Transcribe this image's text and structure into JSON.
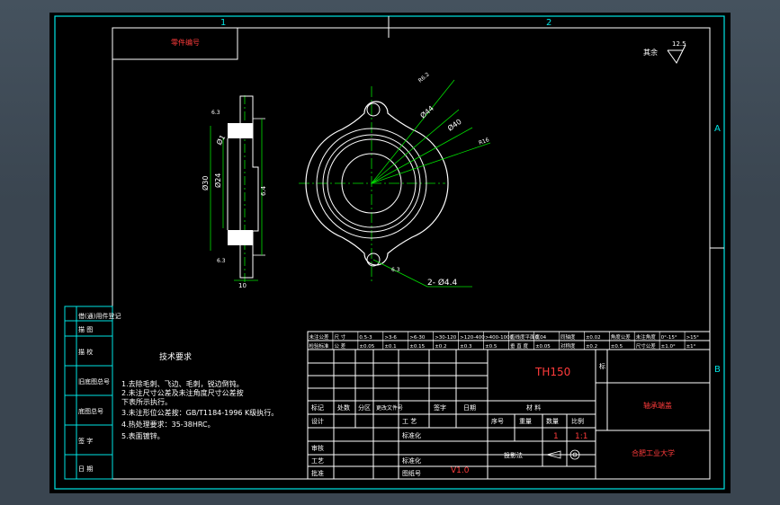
{
  "zones": {
    "top": [
      "1",
      "2"
    ],
    "side": [
      "A",
      "B"
    ]
  },
  "corner_label": "零件编号",
  "roughness": {
    "prefix": "其余",
    "value": "12.5"
  },
  "dims": {
    "d_outer": "Ø44",
    "d_mid": "Ø40",
    "r_ear": "R6.2",
    "r_outer": "R16",
    "holes": "2- Ø4.4",
    "rough_a": "6.3",
    "rough_b": "6.3",
    "rough_c": "6.3",
    "dv1": "Ø1",
    "dv2": "Ø24",
    "dv3": "Ø30",
    "dv4": "6.4",
    "dv5": "10"
  },
  "tech_req": {
    "heading": "技术要求",
    "lines": [
      "1.去除毛刺、飞边、毛刺，锐边倒钝。",
      "2.未注尺寸公差及未注角度尺寸公差按",
      "   下表所示执行。",
      "3.未注形位公差按：GB/T1184-1996 K级执行。",
      "4.热处理要求：35-38HRC。",
      "5.表面镀锌。"
    ]
  },
  "left_strip": [
    "借(通)用件登记",
    "描  图",
    "描  校",
    "旧底图总号",
    "底图总号",
    "签  字",
    "日  期"
  ],
  "tol_row1": [
    "未注公差",
    "尺  寸",
    "0.5-3",
    ">3-6",
    ">6-30",
    ">30-120",
    ">120-400",
    ">400-1000",
    "直线度平面度",
    "0.04",
    "同轴度",
    "±0.02",
    "角度公差",
    "未注角度",
    "0°-15°",
    ">15°"
  ],
  "tol_row2": [
    "检验标准",
    "公  差",
    "±0.05",
    "±0.1",
    "±0.15",
    "±0.2",
    "±0.3",
    "±0.5",
    "垂  直  度",
    "±0.05",
    "对称度",
    "±0.2",
    "±0.5",
    "尺寸公差",
    "±1.0°",
    "±1°"
  ],
  "title_block": {
    "drawing_name": "TH150",
    "mark": "标",
    "part": "轴承端盖",
    "school": "合肥工业大学",
    "version": "V1.0",
    "scale": "1:1",
    "qty": "1",
    "mass_label": "重量",
    "qty_label": "数量",
    "scale_label": "比例",
    "seq_label": "序号",
    "material_label": "材  料",
    "rows_left": [
      "标记",
      "设计",
      "审核",
      "工艺",
      "批准"
    ],
    "header_cells": [
      "标记",
      "处数",
      "分区",
      "更改文件号",
      "签字",
      "日期"
    ],
    "mid_labels": [
      "工  艺",
      "标准化",
      "标准化",
      "图纸号"
    ],
    "proj_label": "投影法"
  }
}
